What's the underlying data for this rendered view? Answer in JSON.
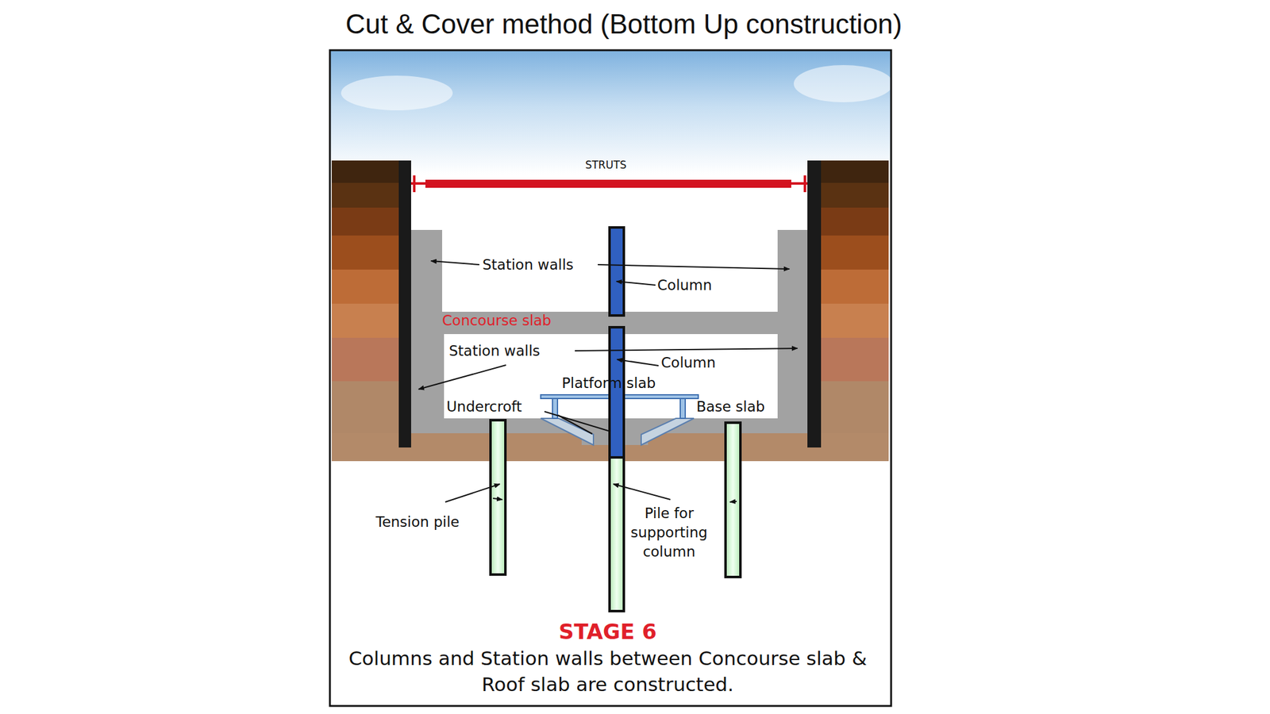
{
  "diagram": {
    "title": "Cut & Cover method (Bottom Up construction)",
    "caption": "Columns and Station walls between Concourse slab & Roof slab are constructed.",
    "labels": [
      "STRUTS",
      "Station walls",
      "Column",
      "Concourse slab",
      "Station walls",
      "Column",
      "Platform slab",
      "Undercroft",
      "Base slab",
      "Tension pile",
      "Pile for supporting column",
      "STAGE 6"
    ]
  }
}
